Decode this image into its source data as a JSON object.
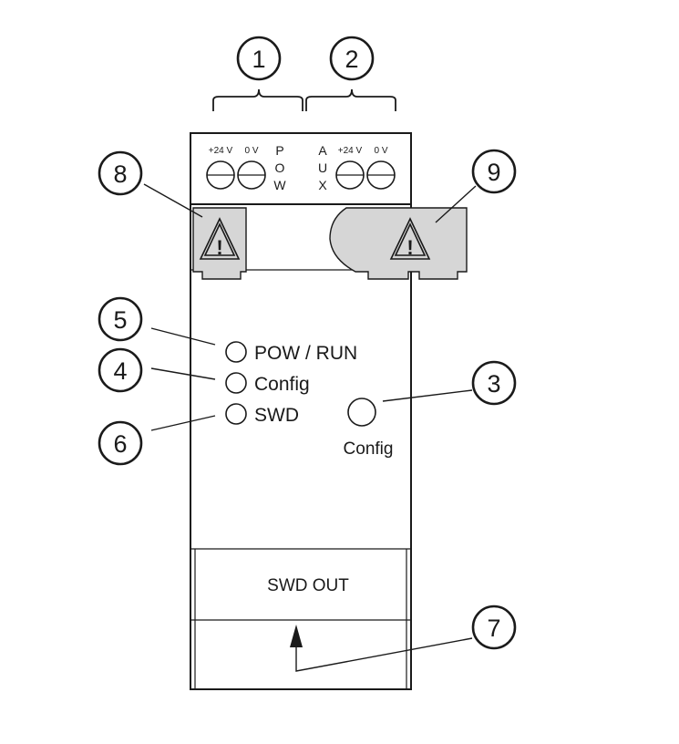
{
  "callouts": [
    "1",
    "2",
    "3",
    "4",
    "5",
    "6",
    "7",
    "8",
    "9"
  ],
  "power_terminals": {
    "plus24": "+24 V",
    "zero": "0 V",
    "vertical_letters": [
      "P",
      "O",
      "W"
    ]
  },
  "aux_terminals": {
    "vertical_letters": [
      "A",
      "U",
      "X"
    ],
    "plus24": "+24 V",
    "zero": "0 V"
  },
  "leds": [
    {
      "label": "POW / RUN"
    },
    {
      "label": "Config"
    },
    {
      "label": "SWD"
    }
  ],
  "config_button": {
    "label": "Config"
  },
  "swd_out": {
    "label": "SWD OUT"
  },
  "warning_icon": "warning-triangle-icon",
  "colors": {
    "line": "#1a1a1a",
    "warning_fill": "#d6d6d6",
    "background": "#ffffff"
  }
}
